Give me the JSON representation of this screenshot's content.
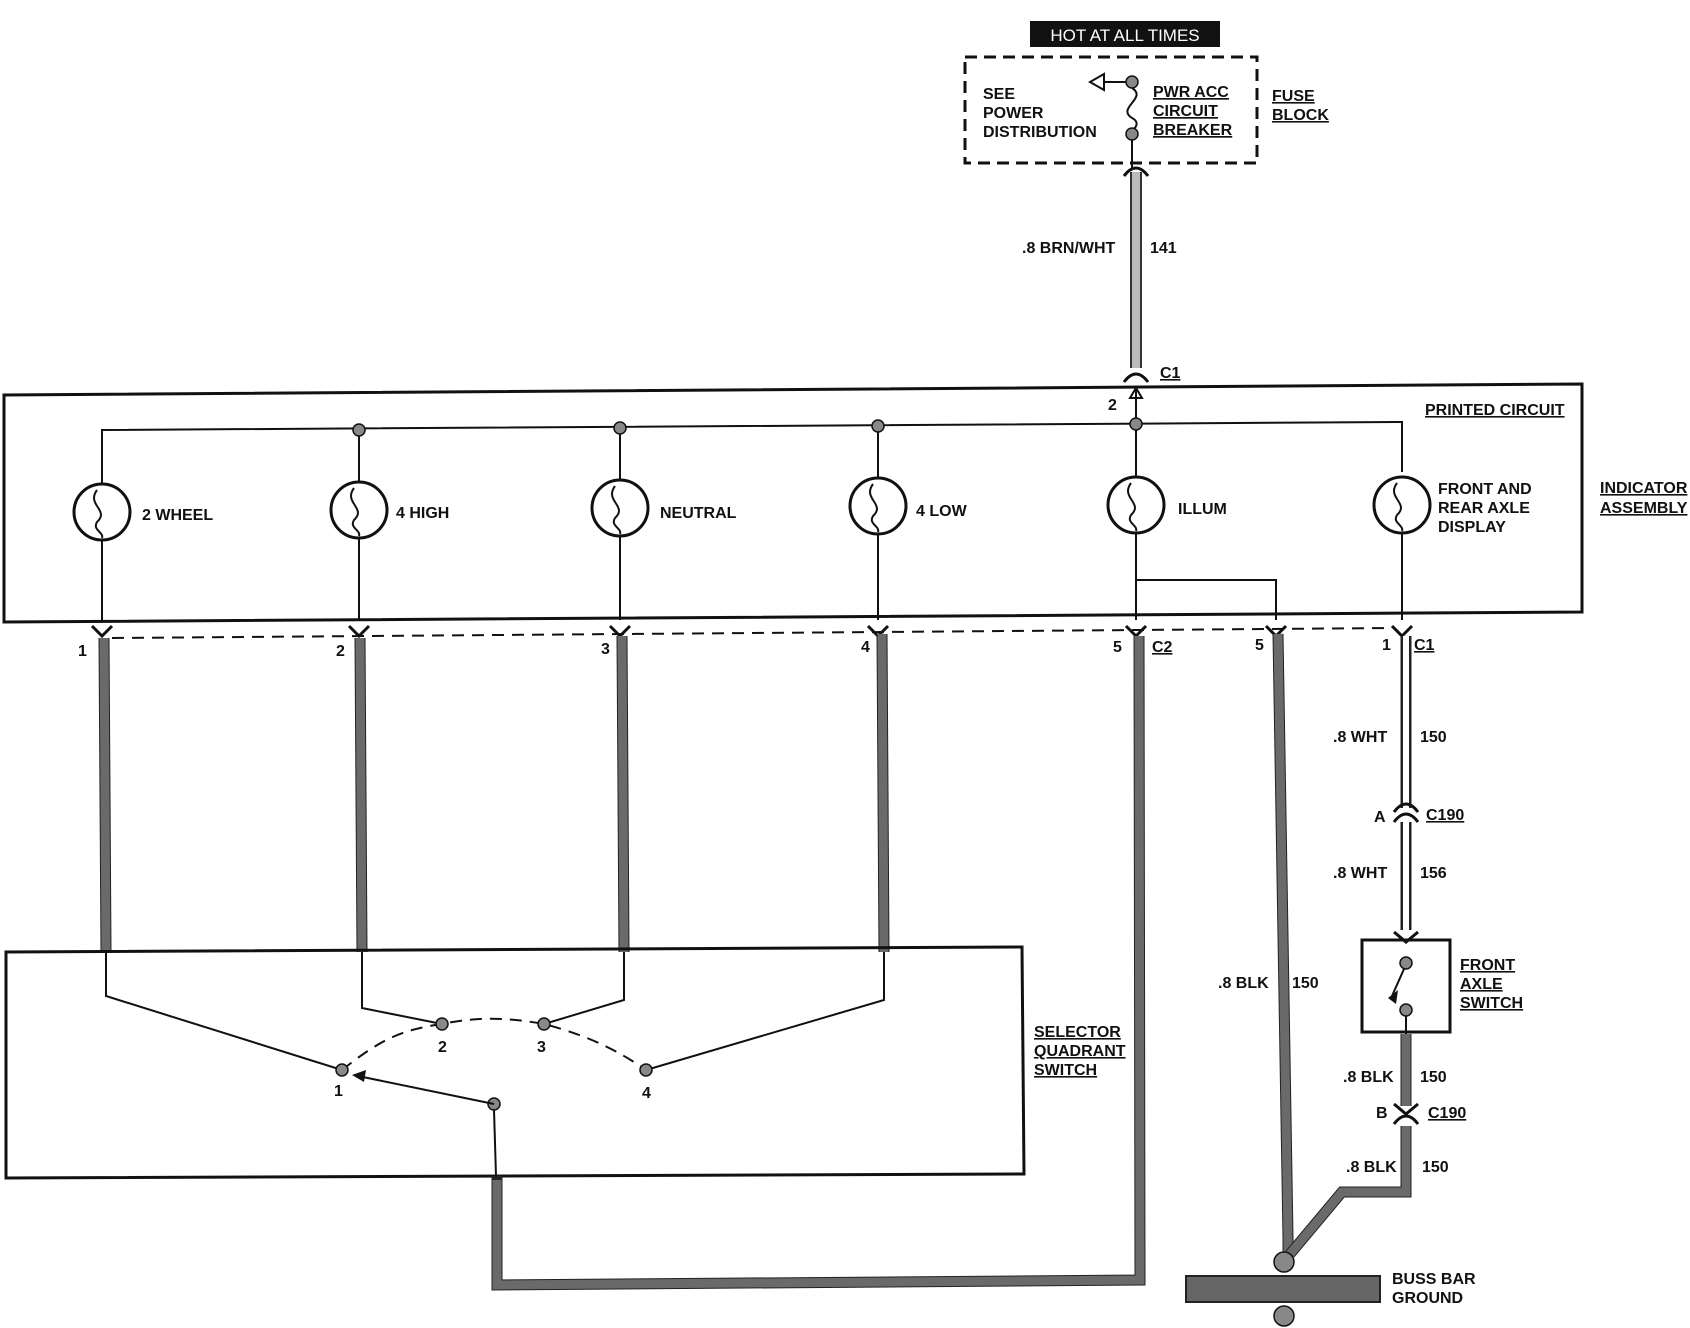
{
  "hot_banner": "HOT AT ALL TIMES",
  "fuse_block": {
    "see_text": [
      "SEE",
      "POWER",
      "DISTRIBUTION"
    ],
    "breaker_text": [
      "PWR ACC",
      "CIRCUIT",
      "BREAKER"
    ],
    "label": [
      "FUSE",
      "BLOCK"
    ]
  },
  "top_wire": {
    "gauge_color": ".8 BRN/WHT",
    "circuit": "141"
  },
  "connector_c1_top": {
    "name": "C1",
    "pin": "2"
  },
  "printed_circuit": "PRINTED CIRCUIT",
  "indicator_assembly": [
    "INDICATOR",
    "ASSEMBLY"
  ],
  "lamps": [
    {
      "label": [
        "2 WHEEL"
      ]
    },
    {
      "label": [
        "4 HIGH"
      ]
    },
    {
      "label": [
        "NEUTRAL"
      ]
    },
    {
      "label": [
        "4 LOW"
      ]
    },
    {
      "label": [
        "ILLUM"
      ]
    },
    {
      "label": [
        "FRONT AND",
        "REAR AXLE",
        "DISPLAY"
      ]
    }
  ],
  "bottom_pins": [
    "1",
    "2",
    "3",
    "4",
    "5",
    "5",
    "1"
  ],
  "connector_c2": "C2",
  "connector_c1_bottom": "C1",
  "right_branch": {
    "wire1": {
      "gauge_color": ".8 WHT",
      "circuit": "150"
    },
    "c190_a": {
      "pin": "A",
      "name": "C190"
    },
    "wire2": {
      "gauge_color": ".8 WHT",
      "circuit": "156"
    },
    "switch_label": [
      "FRONT",
      "AXLE",
      "SWITCH"
    ],
    "wire3": {
      "gauge_color": ".8 BLK",
      "circuit": "150"
    },
    "c190_b": {
      "pin": "B",
      "name": "C190"
    },
    "wire4": {
      "gauge_color": ".8 BLK",
      "circuit": "150"
    }
  },
  "mid_wire": {
    "gauge_color": ".8 BLK",
    "circuit": "150"
  },
  "selector": {
    "label": [
      "SELECTOR",
      "QUADRANT",
      "SWITCH"
    ],
    "positions": [
      "1",
      "2",
      "3",
      "4"
    ]
  },
  "ground": [
    "BUSS BAR",
    "GROUND"
  ]
}
